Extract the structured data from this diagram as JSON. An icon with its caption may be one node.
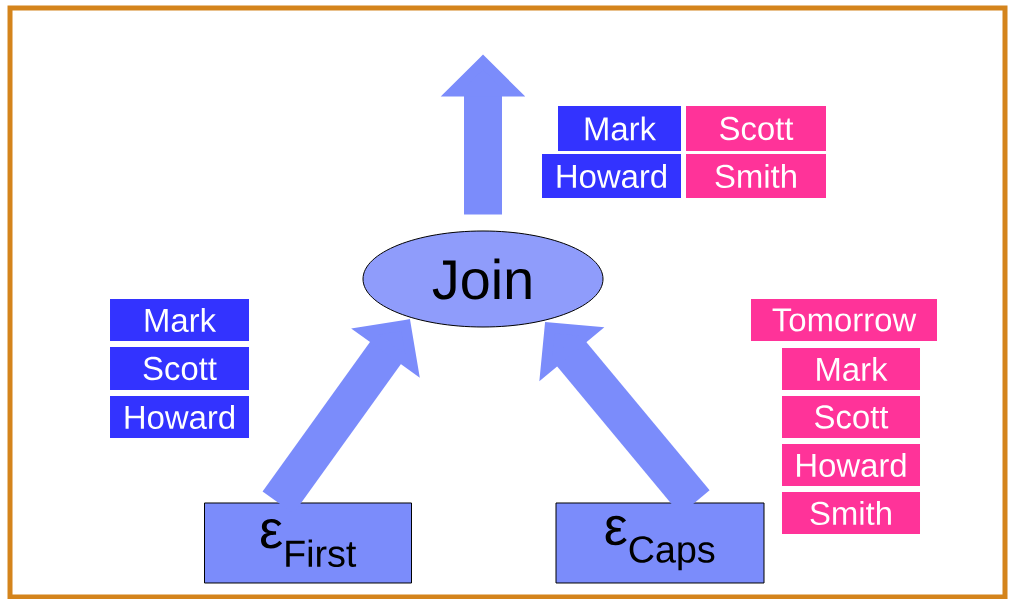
{
  "diagram": {
    "nodes": [
      {
        "text": [
          "Join"
        ]
      },
      {
        "text": [
          "ε$_{First}$"
        ]
      },
      {
        "text": [
          "ε$_{Caps}$"
        ]
      }
    ],
    "edges": [
      {
        "from": 1,
        "to": 0,
        "arrow": "to"
      },
      {
        "from": 2,
        "to": 0,
        "arrow": "to"
      },
      {
        "from": 0,
        "to": null,
        "arrow": "to"
      }
    ],
    "labels": [
      "Mark",
      "Scott",
      "Howard",
      "Smith",
      "Mark",
      "Scott",
      "Howard",
      "Tomorrow",
      "Mark",
      "Scott",
      "Howard",
      "Smith"
    ]
  }
}
